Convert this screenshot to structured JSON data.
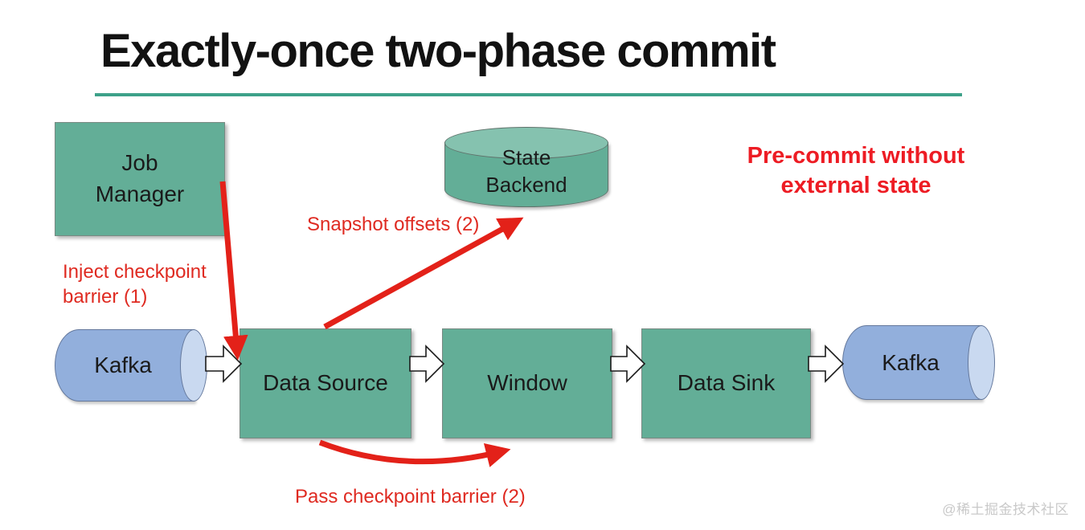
{
  "slide": {
    "title": "Exactly-once two-phase commit"
  },
  "nodes": {
    "job_manager": "Job\nManager",
    "state_backend": "State\nBackend",
    "kafka_left": "Kafka",
    "data_source": "Data Source",
    "window": "Window",
    "data_sink": "Data Sink",
    "kafka_right": "Kafka"
  },
  "annotations": {
    "pre_commit": "Pre-commit without\nexternal state",
    "inject_checkpoint": "Inject checkpoint\nbarrier (1)",
    "snapshot_offsets": "Snapshot offsets (2)",
    "pass_checkpoint": "Pass checkpoint barrier (2)"
  },
  "watermark": "@稀土掘金技术社区",
  "colors": {
    "title_underline_green": "#3da189",
    "node_green": "#63ae97",
    "node_green_light": "#85c2af",
    "cylinder_blue": "#92afdc",
    "cylinder_blue_light": "#c9d9f0",
    "annotation_red": "#e32119",
    "title_black": "#121212",
    "watermark_gray": "#c9c9c9"
  }
}
